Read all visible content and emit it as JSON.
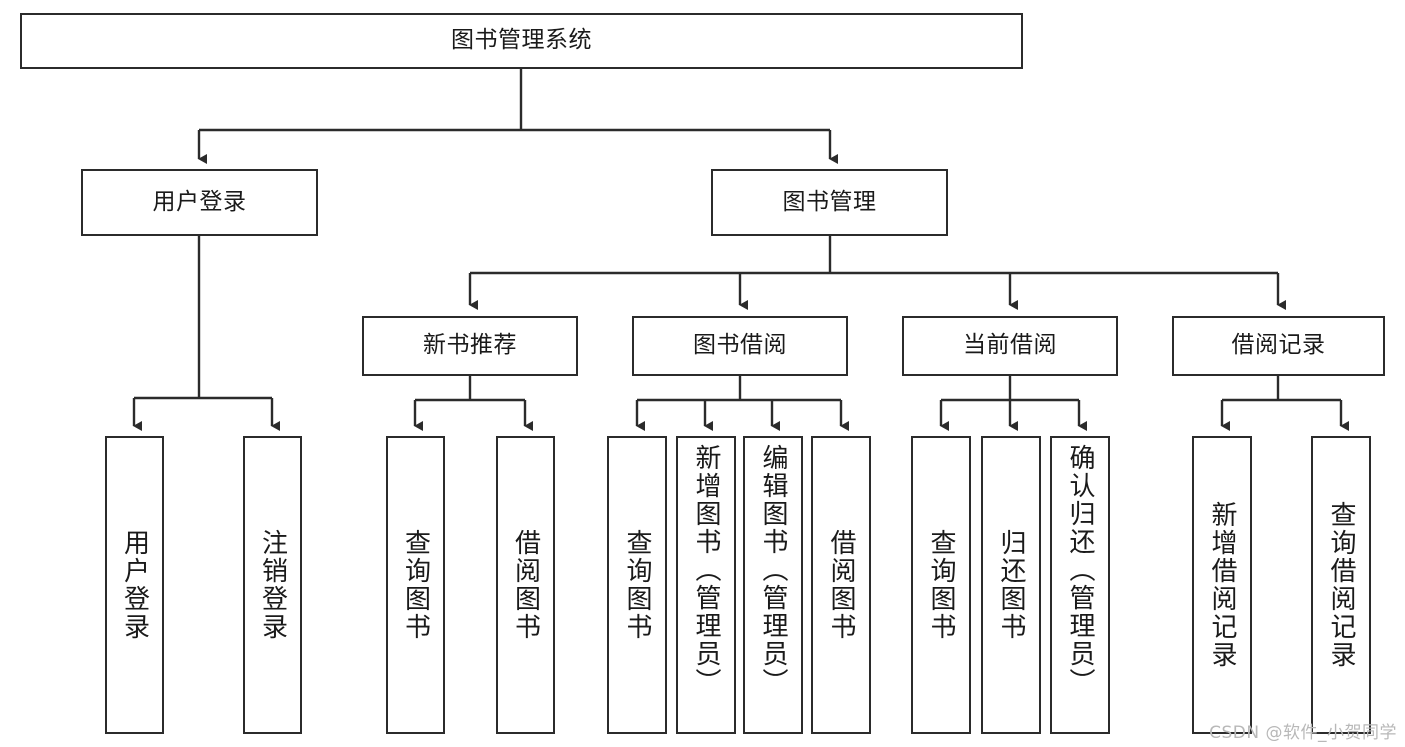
{
  "diagram": {
    "title": "图书管理系统",
    "type": "hierarchy-tree",
    "watermark": "CSDN @软件_小贺同学",
    "colors": {
      "box_border": "#2b2b2b",
      "box_fill": "#ffffff",
      "text": "#1a1a1a",
      "edge": "#2b2b2b",
      "watermark": "#b8b8b8",
      "background": "#ffffff"
    },
    "levels": {
      "root": {
        "label": "图书管理系统"
      },
      "level2": [
        {
          "label": "用户登录"
        },
        {
          "label": "图书管理"
        }
      ],
      "level3": [
        {
          "label": "新书推荐"
        },
        {
          "label": "图书借阅"
        },
        {
          "label": "当前借阅"
        },
        {
          "label": "借阅记录"
        }
      ]
    },
    "leaves": {
      "user_login": [
        {
          "label": "用户登录"
        },
        {
          "label": "注销登录"
        }
      ],
      "new_book_recommend": [
        {
          "label": "查询图书"
        },
        {
          "label": "借阅图书"
        }
      ],
      "book_borrow": [
        {
          "label": "查询图书"
        },
        {
          "label": "新增图书（管理员）"
        },
        {
          "label": "编辑图书（管理员）"
        },
        {
          "label": "借阅图书"
        }
      ],
      "current_borrow": [
        {
          "label": "查询图书"
        },
        {
          "label": "归还图书"
        },
        {
          "label": "确认归还（管理员）"
        }
      ],
      "borrow_record": [
        {
          "label": "新增借阅记录"
        },
        {
          "label": "查询借阅记录"
        }
      ]
    }
  }
}
